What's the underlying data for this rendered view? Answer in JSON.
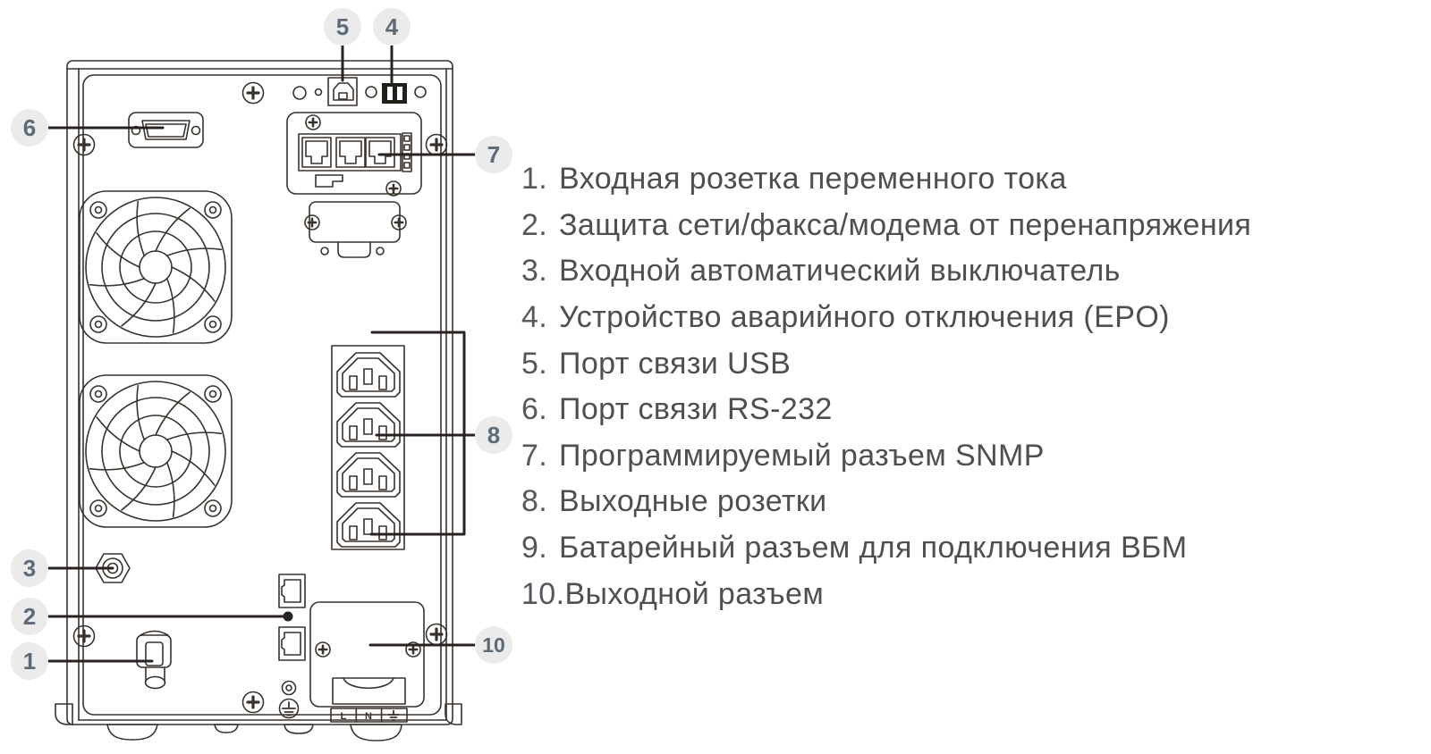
{
  "figure": {
    "type": "ups-rear-panel-diagram",
    "colors": {
      "line": "#38322c",
      "leader": "#282320",
      "badge_background": "#ebebeb",
      "badge_number": "#5d6a77",
      "legend_text": "#4f4f4f",
      "epo_fill": "#221e1a"
    }
  },
  "callouts": {
    "n1": "1",
    "n2": "2",
    "n3": "3",
    "n4": "4",
    "n5": "5",
    "n6": "6",
    "n7": "7",
    "n8": "8",
    "n10": "10"
  },
  "diagram": {
    "terminal_labels": [
      "L",
      "N"
    ]
  },
  "legend": {
    "items": [
      {
        "num": "1.",
        "text": "Входная розетка переменного тока"
      },
      {
        "num": "2.",
        "text": "Защита сети/факса/модема от перенапряжения"
      },
      {
        "num": "3.",
        "text": "Входной автоматический выключатель"
      },
      {
        "num": "4.",
        "text": "Устройство аварийного отключения (EPO)"
      },
      {
        "num": "5.",
        "text": "Порт связи USB"
      },
      {
        "num": "6.",
        "text": "Порт связи RS-232"
      },
      {
        "num": "7.",
        "text": "Программируемый разъем SNMP"
      },
      {
        "num": "8.",
        "text": "Выходные розетки"
      },
      {
        "num": "9.",
        "text": "Батарейный разъем для подключения ВБМ"
      },
      {
        "num": "10.",
        "text": "Выходной разъем"
      }
    ]
  }
}
